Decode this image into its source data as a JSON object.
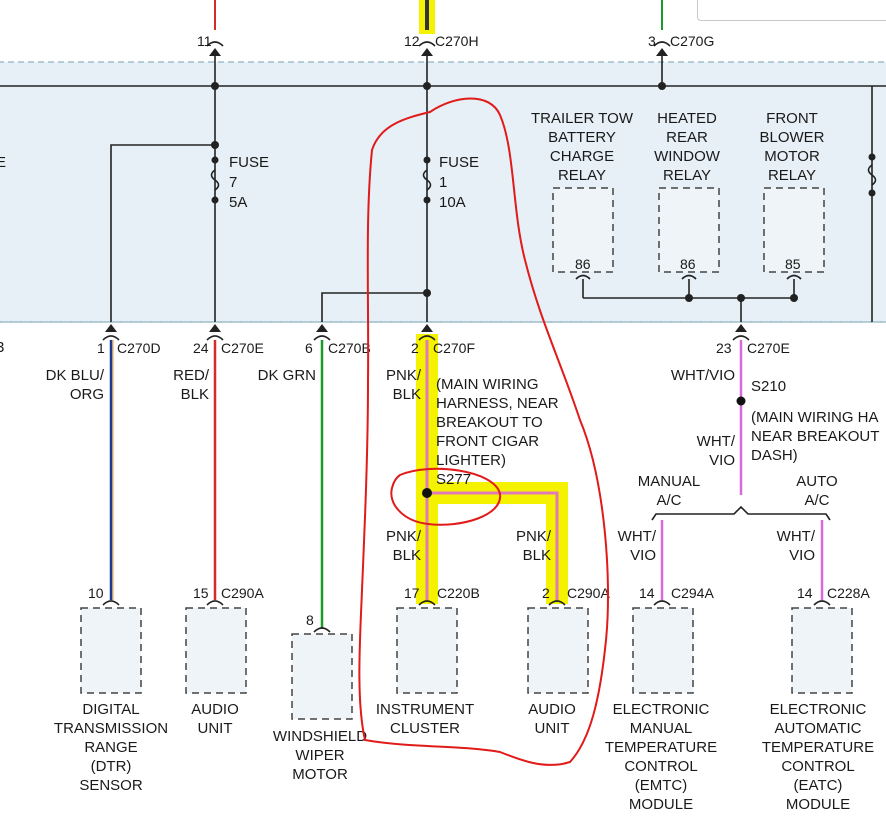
{
  "connectors_top": [
    {
      "pin": "11",
      "id": ""
    },
    {
      "pin": "12",
      "id": "C270H"
    },
    {
      "pin": "3",
      "id": "C270G"
    }
  ],
  "fuses": [
    {
      "label": "FUSE",
      "number": "7",
      "rating": "5A"
    },
    {
      "label": "FUSE",
      "number": "1",
      "rating": "10A"
    }
  ],
  "relays": [
    {
      "name": [
        "TRAILER TOW",
        "BATTERY",
        "CHARGE",
        "RELAY"
      ],
      "pin": "86"
    },
    {
      "name": [
        "HEATED",
        "REAR",
        "WINDOW",
        "RELAY"
      ],
      "pin": "86"
    },
    {
      "name": [
        "FRONT",
        "BLOWER",
        "MOTOR",
        "RELAY"
      ],
      "pin": "85"
    }
  ],
  "left_edge_letters": {
    "top": "E",
    "bottom": "3"
  },
  "connectors_mid": [
    {
      "pin": "1",
      "id": "C270D"
    },
    {
      "pin": "24",
      "id": "C270E"
    },
    {
      "pin": "6",
      "id": "C270B"
    },
    {
      "pin": "2",
      "id": "C270F"
    },
    {
      "pin": "23",
      "id": "C270E"
    }
  ],
  "wire_colors": {
    "dk_blu_org": [
      "DK BLU/",
      "ORG"
    ],
    "red_blk": [
      "RED/",
      "BLK"
    ],
    "dk_grn": [
      "DK GRN"
    ],
    "pnk_blk_upper": [
      "PNK/",
      "BLK"
    ],
    "pnk_blk_left": [
      "PNK/",
      "BLK"
    ],
    "pnk_blk_right": [
      "PNK/",
      "BLK"
    ],
    "wht_vio_top": [
      "WHT/VIO"
    ],
    "wht_vio_mid": [
      "WHT/",
      "VIO"
    ],
    "wht_vio_left": [
      "WHT/",
      "VIO"
    ],
    "wht_vio_right": [
      "WHT/",
      "VIO"
    ]
  },
  "notes": {
    "main_harness_cigar": [
      "(MAIN WIRING",
      "HARNESS, NEAR",
      "BREAKOUT TO",
      "FRONT CIGAR",
      "LIGHTER)"
    ],
    "main_harness_dash": [
      "(MAIN WIRING HA",
      "NEAR BREAKOUT",
      "DASH)"
    ]
  },
  "splices": {
    "s277": "S277",
    "s210": "S210"
  },
  "ac_options": {
    "manual": [
      "MANUAL",
      "A/C"
    ],
    "auto": [
      "AUTO",
      "A/C"
    ]
  },
  "connectors_bottom": [
    {
      "pin": "10",
      "id": ""
    },
    {
      "pin": "15",
      "id": "C290A"
    },
    {
      "pin": "8",
      "id": ""
    },
    {
      "pin": "17",
      "id": "C220B"
    },
    {
      "pin": "2",
      "id": "C290A"
    },
    {
      "pin": "14",
      "id": "C294A"
    },
    {
      "pin": "14",
      "id": "C228A"
    }
  ],
  "components": [
    {
      "name": [
        "DIGITAL",
        "TRANSMISSION",
        "RANGE",
        "(DTR)",
        "SENSOR"
      ]
    },
    {
      "name": [
        "AUDIO",
        "UNIT"
      ]
    },
    {
      "name": [
        "WINDSHIELD",
        "WIPER",
        "MOTOR"
      ]
    },
    {
      "name": [
        "INSTRUMENT",
        "CLUSTER"
      ]
    },
    {
      "name": [
        "AUDIO",
        "UNIT"
      ]
    },
    {
      "name": [
        "ELECTRONIC",
        "MANUAL",
        "TEMPERATURE",
        "CONTROL",
        "(EMTC)",
        "MODULE"
      ]
    },
    {
      "name": [
        "ELECTRONIC",
        "AUTOMATIC",
        "TEMPERATURE",
        "CONTROL",
        "(EATC)",
        "MODULE"
      ]
    }
  ],
  "colors": {
    "panel_fill": "#e6f0f6",
    "highlight": "#f5f200",
    "pink_wire": "#e07ab8",
    "blue_wire": "#1f3a93",
    "red_wire": "#d42b2b",
    "green_wire": "#1a9a2a",
    "violet_wire": "#d76ad8",
    "annotation_red": "#e11a1a"
  }
}
